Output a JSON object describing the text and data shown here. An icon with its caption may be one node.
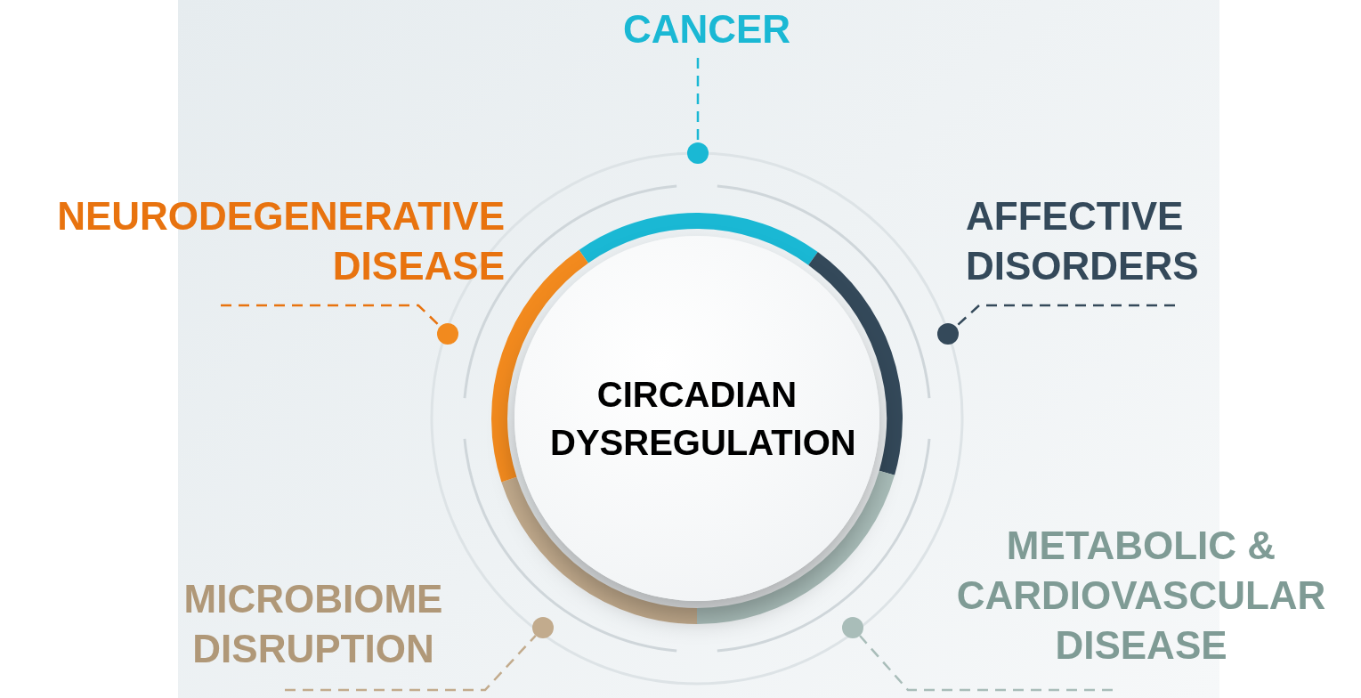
{
  "diagram": {
    "nodes": [
      {
        "text": [
          "CIRCADIAN DYSREGULATION"
        ]
      },
      {
        "text": [
          "CANCER"
        ]
      },
      {
        "text": [],
        "shape": "circle"
      },
      {
        "text": [
          "NEURODEGENERATIVE DISEASE"
        ]
      },
      {
        "text": [],
        "shape": "circle"
      },
      {
        "text": [
          "AFFECTIVE DISORDERS"
        ]
      },
      {
        "text": [],
        "shape": "circle"
      },
      {
        "text": [
          "METABOLIC & CARDIOVASCULAR DISEASE"
        ]
      },
      {
        "text": [],
        "shape": "circle"
      },
      {
        "text": [
          "MICROBIOME DISRUPTION"
        ]
      },
      {
        "text": [],
        "shape": "circle"
      }
    ],
    "edges": [
      {
        "from": 1,
        "to": 2,
        "arrow": "none",
        "style": "dashed",
        "color": "#1ab8d4"
      },
      {
        "from": 3,
        "to": 4,
        "arrow": "none",
        "style": "dashed",
        "color": "#e8730f"
      },
      {
        "from": 5,
        "to": 6,
        "arrow": "none",
        "style": "dashed",
        "color": "#34495a"
      },
      {
        "from": 7,
        "to": 8,
        "arrow": "none",
        "style": "dashed",
        "color": "#a9bdb9"
      },
      {
        "from": 9,
        "to": 10,
        "arrow": "none",
        "style": "dashed",
        "color": "#c2ab8d"
      }
    ]
  }
}
